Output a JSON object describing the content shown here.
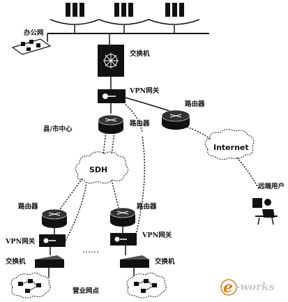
{
  "labels": {
    "office_net": "办公网",
    "switch_top": "交换机",
    "vpn_gw_top": "VPN网关",
    "router_right": "路由器",
    "center": "县/市中心",
    "router_center": "路由器",
    "sdh": "SDH",
    "internet": "Internet",
    "remote_user": "远端用户",
    "router_left": "路由器",
    "router_mid": "路由器",
    "vpn_gw_left": "VPN网关",
    "vpn_gw_mid": "VPN网关",
    "switch_left": "交换机",
    "switch_mid": "交换机",
    "ellipsis": "……",
    "branch": "营业网点"
  },
  "watermark": {
    "brand": "e",
    "text": "-works"
  },
  "colors": {
    "device": "#111111",
    "line": "#111111",
    "watermark": "#e07a1a"
  }
}
